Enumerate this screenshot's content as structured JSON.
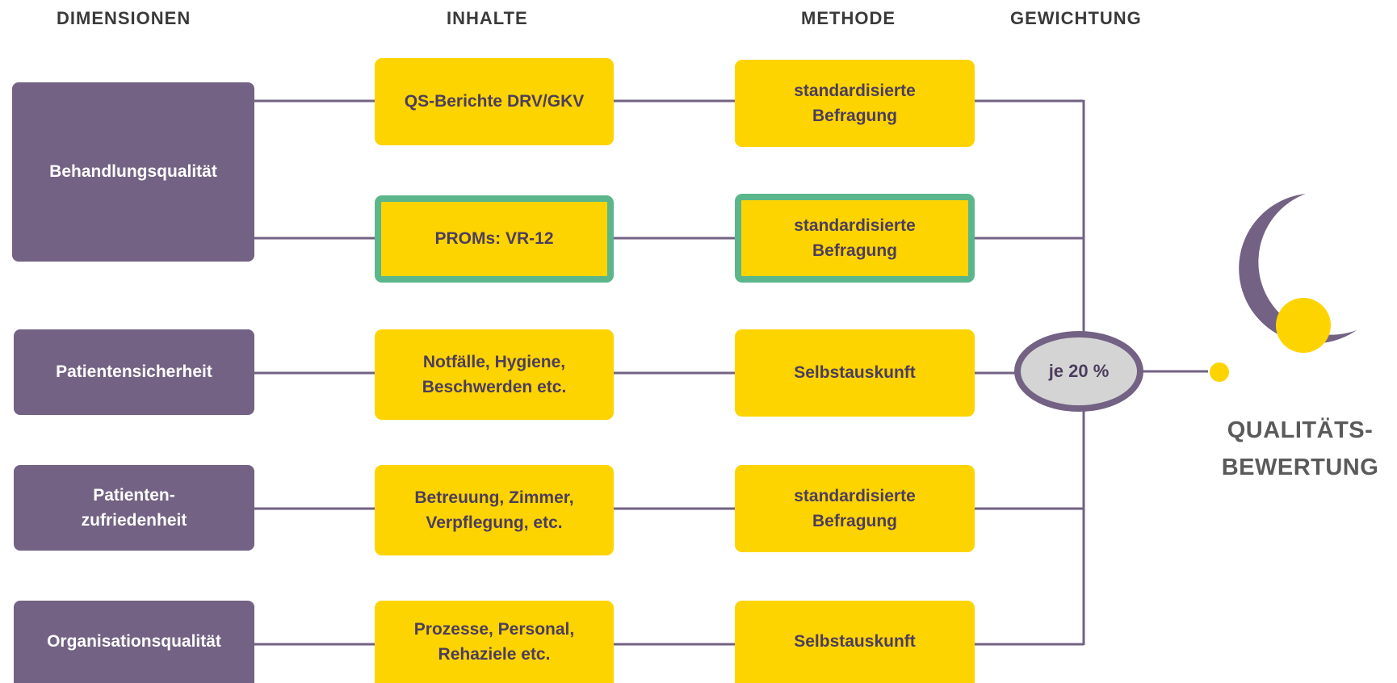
{
  "headers": {
    "dimensionen": "DIMENSIONEN",
    "inhalte": "INHALTE",
    "methode": "METHODE",
    "gewichtung": "GEWICHTUNG"
  },
  "dimensions": [
    "Behandlungsqualität",
    "Patientensicherheit",
    "Patienten-\nzufriedenheit",
    "Organisationsqualität"
  ],
  "contents": [
    "QS-Berichte DRV/GKV",
    "PROMs: VR-12",
    "Notfälle, Hygiene,\nBeschwerden etc.",
    "Betreuung, Zimmer,\nVerpflegung, etc.",
    "Prozesse, Personal,\nRehaziele etc."
  ],
  "methods": [
    "standardisierte\nBefragung",
    "standardisierte\nBefragung",
    "Selbstauskunft",
    "standardisierte\nBefragung",
    "Selbstauskunft"
  ],
  "weight": "je 20 %",
  "result": "QUALITÄTS-\nBEWERTUNG",
  "highlighted_row": "PROMs: VR-12",
  "colors": {
    "dimension": "#736283",
    "content": "#fed400",
    "highlight_border": "#5bb68b",
    "weight_fill": "#d4d4d4",
    "text_dark": "#4c3d5e"
  }
}
